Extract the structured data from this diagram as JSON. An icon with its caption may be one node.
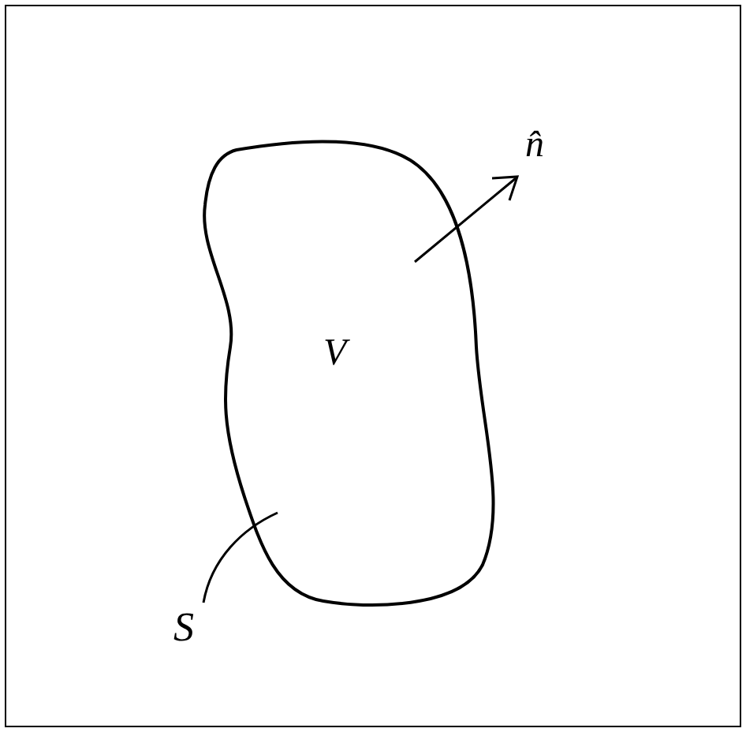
{
  "diagram": {
    "nodes": [
      {
        "text": [
          "V"
        ]
      },
      {
        "text": [
          "S"
        ]
      }
    ],
    "edges": [
      {
        "from": 1,
        "to": 0,
        "arrow": "none"
      }
    ],
    "labels": [
      "n̂"
    ]
  }
}
